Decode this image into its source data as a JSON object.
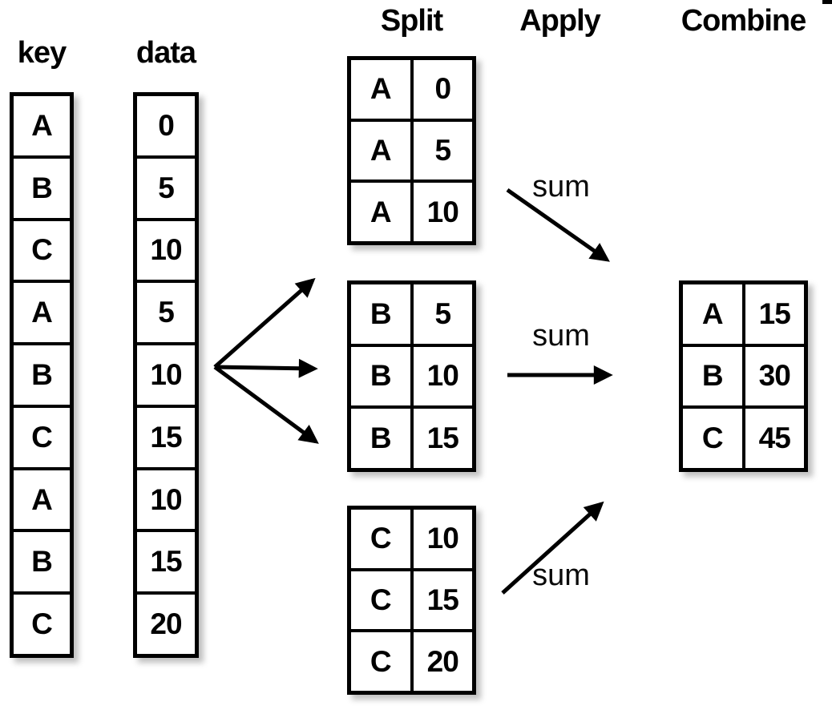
{
  "diagram": {
    "column_labels": {
      "key": "key",
      "data": "data"
    },
    "stage_headers": {
      "split": "Split",
      "apply": "Apply",
      "combine": "Combine"
    },
    "key_column": [
      "A",
      "B",
      "C",
      "A",
      "B",
      "C",
      "A",
      "B",
      "C"
    ],
    "data_column": [
      "0",
      "5",
      "10",
      "5",
      "10",
      "15",
      "10",
      "15",
      "20"
    ],
    "split_groups": [
      {
        "rows": [
          [
            "A",
            "0"
          ],
          [
            "A",
            "5"
          ],
          [
            "A",
            "10"
          ]
        ]
      },
      {
        "rows": [
          [
            "B",
            "5"
          ],
          [
            "B",
            "10"
          ],
          [
            "B",
            "15"
          ]
        ]
      },
      {
        "rows": [
          [
            "C",
            "10"
          ],
          [
            "C",
            "15"
          ],
          [
            "C",
            "20"
          ]
        ]
      }
    ],
    "apply_labels": [
      "sum",
      "sum",
      "sum"
    ],
    "combine_rows": [
      [
        "A",
        "15"
      ],
      [
        "B",
        "30"
      ],
      [
        "C",
        "45"
      ]
    ],
    "colors": {
      "ink": "#000000",
      "background": "#ffffff",
      "shadow": "#c8c8c8"
    }
  }
}
